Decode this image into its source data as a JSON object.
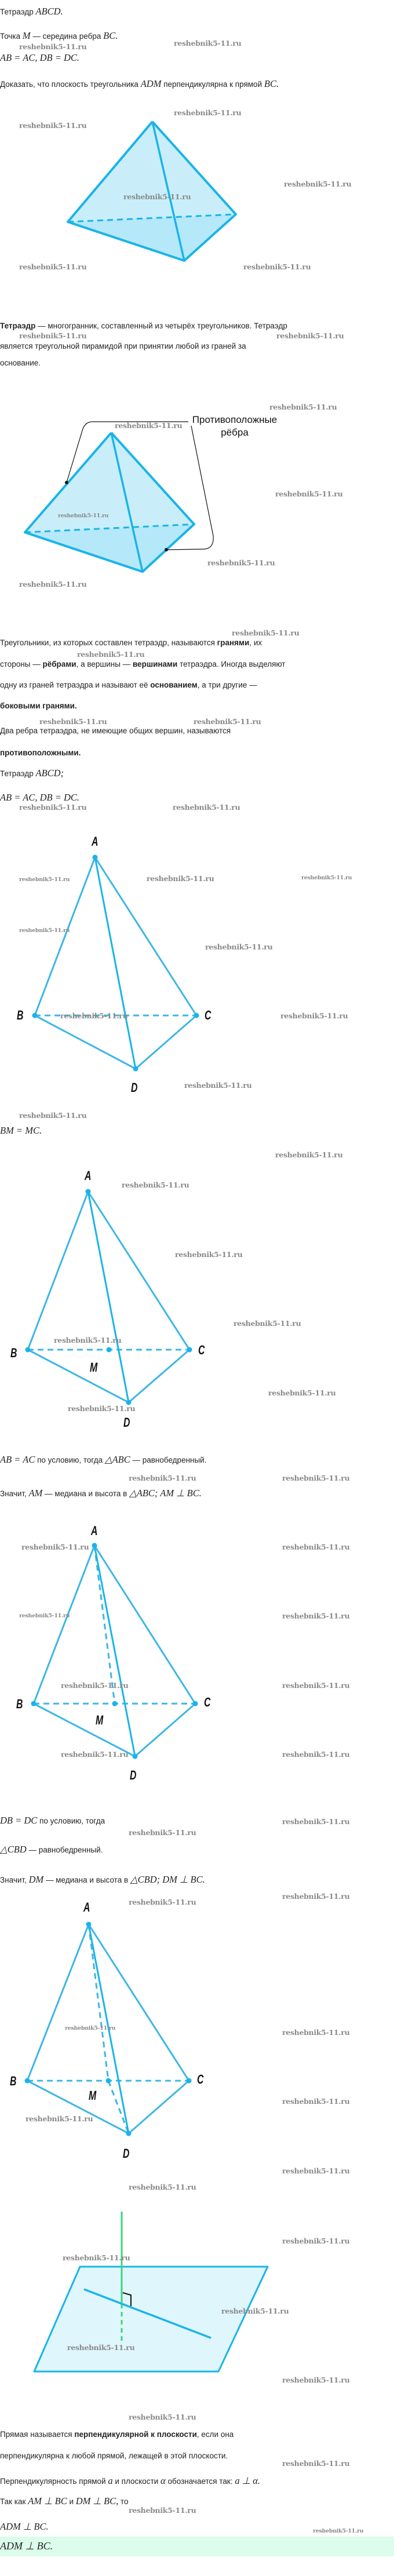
{
  "watermark": "reshebnik5-11.ru",
  "problem": {
    "l1": [
      "Тетраэдр ",
      "ABCD."
    ],
    "l2": [
      "Точка ",
      "M",
      " — середина ребра ",
      "BC."
    ],
    "l3": "AB = AC, DB = DC.",
    "l4": [
      "Доказать, что плоскость треугольника ",
      "ADM",
      " перпендикулярна к прямой ",
      "BC."
    ]
  },
  "definition": {
    "l1": [
      "Тетраэдр",
      " — многогранник, составленный из четырёх треугольников. Тетраэдр"
    ],
    "l2": "является треугольной пирамидой при принятии любой из граней за",
    "l3": "основание."
  },
  "figure2": {
    "callout_line1": "Противоположные",
    "callout_line2": "рёбра"
  },
  "terms": {
    "l1": [
      "Треугольники, из которых составлен тетраэдр, называются ",
      "гранями",
      ", их"
    ],
    "l2": [
      "стороны — ",
      "рёбрами",
      ", а вершины — ",
      "вершинами",
      " тетраэдра. Иногда выделяют"
    ],
    "l3": [
      "одну из граней тетраэдра и называют её ",
      "основанием",
      ", а три другие —"
    ],
    "l4": "боковыми гранями.",
    "l5": "Два ребра тетраэдра, не имеющие общих вершин, называются",
    "l6": "противоположными."
  },
  "given": {
    "l1": [
      "Тетраэдр ",
      "ABCD;"
    ],
    "l2": "AB = AC, DB = DC."
  },
  "labels": {
    "A": "A",
    "B": "B",
    "C": "C",
    "D": "D",
    "M": "M"
  },
  "step1": {
    "bm": "BM = MC."
  },
  "step2": {
    "l1": [
      "AB = AC",
      " по условию, тогда ",
      "△ABC",
      " — равнобедренный."
    ],
    "l2": [
      "Значит, ",
      "AM",
      " — медиана и высота в ",
      "△ABC; AM ⊥ BC."
    ]
  },
  "step3": {
    "l1": [
      "DB = DC",
      " по условию, тогда"
    ],
    "l2": [
      "△CBD",
      " — равнобедренный."
    ],
    "l3": [
      "Значит, ",
      "DM",
      " — медиана и высота в ",
      "△CBD; DM ⊥ BC."
    ]
  },
  "theory": {
    "l1": [
      "Прямая называется ",
      "перпендикулярной к плоскости",
      ", если она"
    ],
    "l2": "перпендикулярна к любой прямой, лежащей в этой плоскости.",
    "l3": [
      "Перпендикулярность прямой ",
      "a",
      " и плоскости ",
      "α",
      " обозначается так: ",
      "a ⊥ α."
    ],
    "l4": [
      "Так как ",
      "AM ⊥ BC",
      " и ",
      "DM ⊥ BC,",
      " то"
    ],
    "l5": "ADM ⊥ BC."
  },
  "answer": "ADM ⊥ BC.",
  "colors": {
    "edge": "#1ab4e8",
    "face": "#c9eefa",
    "plane": "#dff6fd",
    "normal": "#3ed47e",
    "answer_bg": "#dcfcec"
  }
}
